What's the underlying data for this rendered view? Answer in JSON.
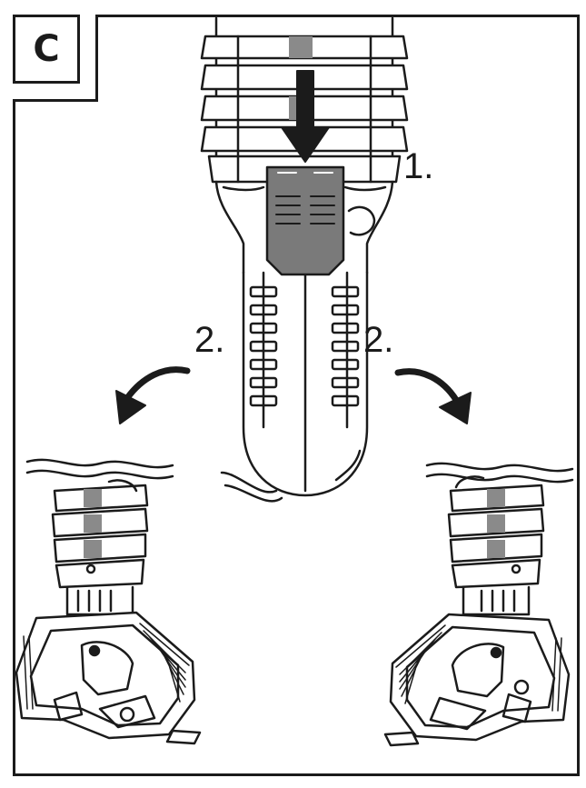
{
  "panel": {
    "letter": "C"
  },
  "steps": {
    "step1": "1.",
    "step2_left": "2.",
    "step2_right": "2."
  },
  "colors": {
    "line": "#1b1b1b",
    "latch": "#7a7a7a",
    "stripe": "#8a8a8a",
    "background": "#ffffff"
  },
  "icons": {
    "push_arrow": "arrow-down-icon",
    "rotate_left": "curved-arrow-left-icon",
    "rotate_right": "curved-arrow-right-icon"
  }
}
